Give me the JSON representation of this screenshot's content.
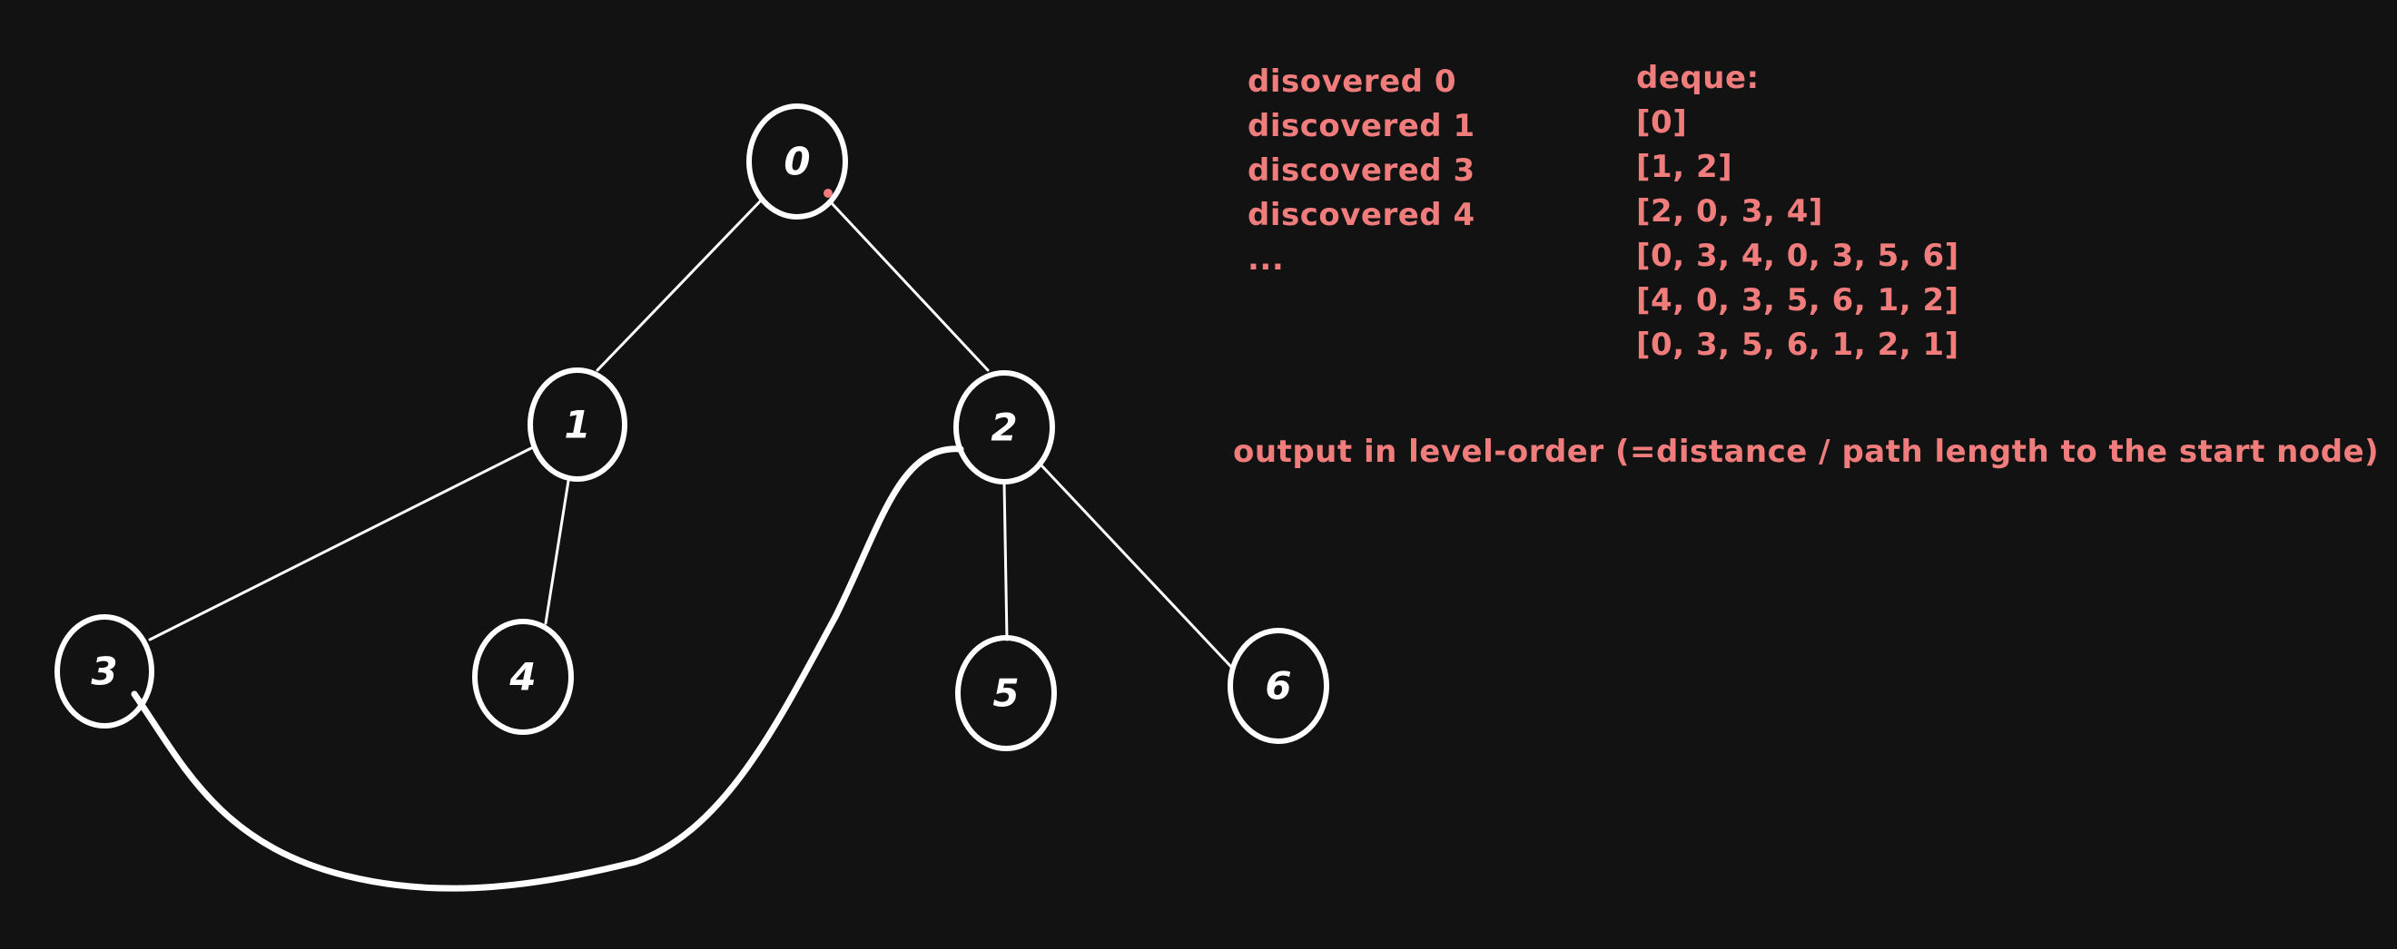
{
  "colors": {
    "background": "#121212",
    "stroke": "#ffffff",
    "annotation": "#f07c7c"
  },
  "nodes": [
    {
      "id": "node-0",
      "label": "0"
    },
    {
      "id": "node-1",
      "label": "1"
    },
    {
      "id": "node-2",
      "label": "2"
    },
    {
      "id": "node-3",
      "label": "3"
    },
    {
      "id": "node-4",
      "label": "4"
    },
    {
      "id": "node-5",
      "label": "5"
    },
    {
      "id": "node-6",
      "label": "6"
    }
  ],
  "edges": [
    {
      "from": "0",
      "to": "1"
    },
    {
      "from": "0",
      "to": "2"
    },
    {
      "from": "1",
      "to": "3"
    },
    {
      "from": "1",
      "to": "4"
    },
    {
      "from": "2",
      "to": "5"
    },
    {
      "from": "2",
      "to": "6"
    },
    {
      "from": "3",
      "to": "2"
    }
  ],
  "discovered": [
    "disovered 0",
    "discovered 1",
    "discovered 3",
    "discovered 4",
    "..."
  ],
  "deque": {
    "title": "deque:",
    "states": [
      "[0]",
      "[1, 2]",
      "[2, 0, 3, 4]",
      "[0, 3, 4, 0, 3, 5, 6]",
      "[4, 0, 3, 5, 6, 1, 2]",
      "[0, 3, 5, 6, 1, 2, 1]"
    ]
  },
  "output_note": "output in level-order (=distance / path length to the start node)"
}
